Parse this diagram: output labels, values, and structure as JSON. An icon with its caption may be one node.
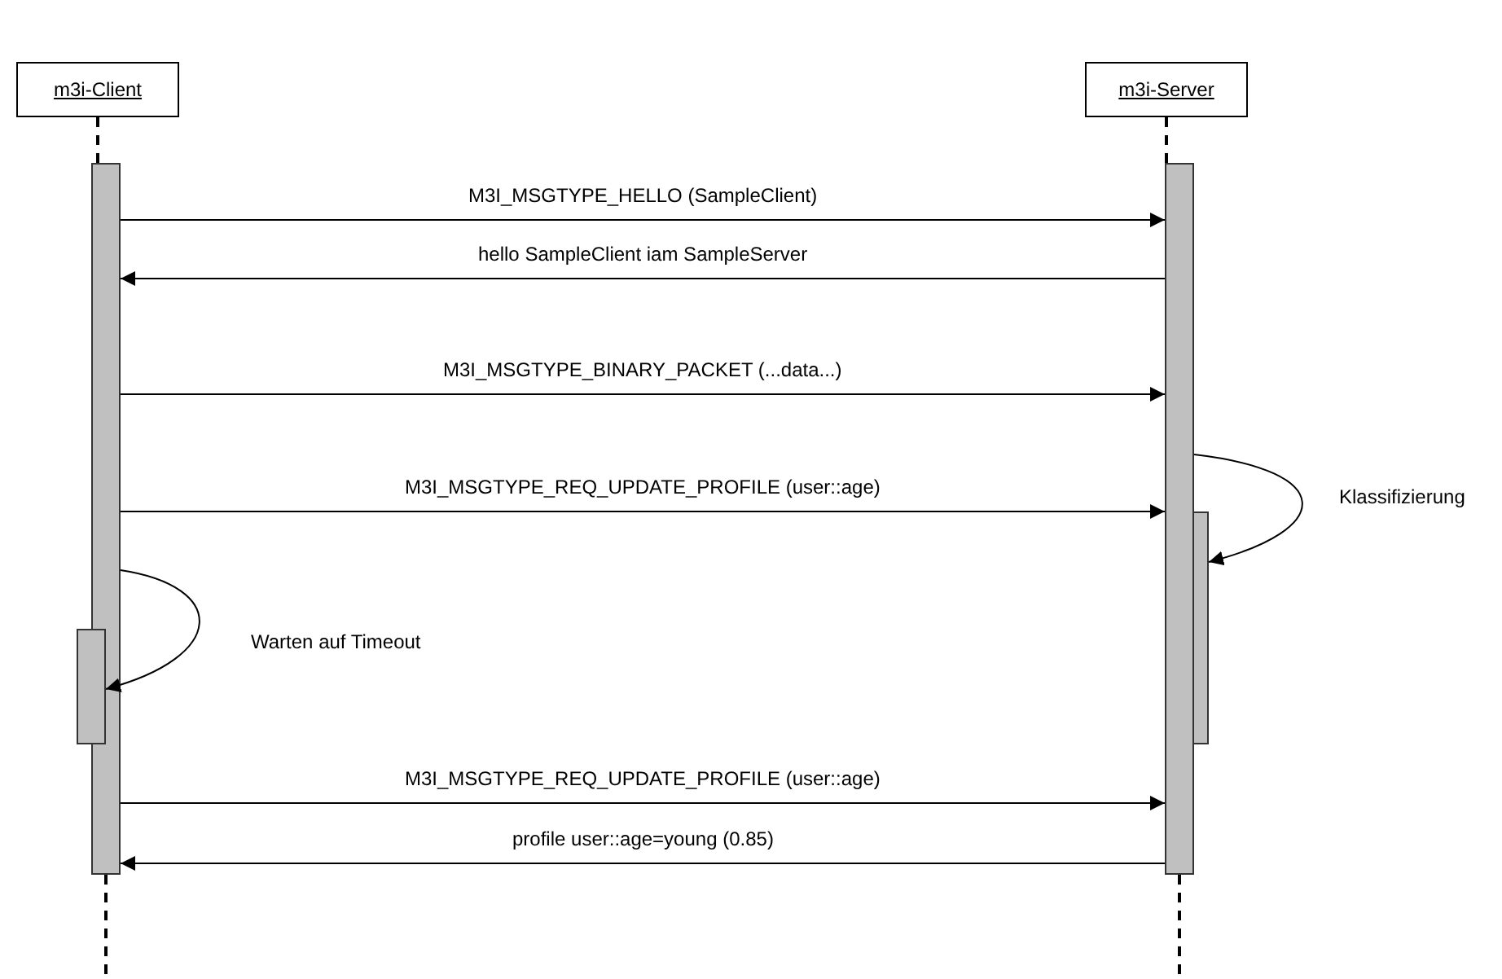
{
  "diagram": {
    "nodes": [
      {
        "text": [
          "m3i-Client"
        ]
      },
      {
        "text": [
          "m3i-Server"
        ]
      },
      {
        "text": [],
        "shape": "bar"
      },
      {
        "text": [],
        "shape": "bar"
      },
      {
        "text": [],
        "shape": "bar"
      },
      {
        "text": [],
        "shape": "bar"
      }
    ],
    "edges": [
      {
        "from": 0,
        "to": 2,
        "arrow": "none",
        "style": "dashed"
      },
      {
        "from": 1,
        "to": 3,
        "arrow": "none",
        "style": "dashed"
      },
      {
        "from": 2,
        "to": 3,
        "arrow": "to",
        "label": "M3I_MSGTYPE_HELLO (SampleClient)"
      },
      {
        "from": 3,
        "to": 2,
        "arrow": "to",
        "label": "hello SampleClient iam SampleServer"
      },
      {
        "from": 2,
        "to": 3,
        "arrow": "to",
        "label": "M3I_MSGTYPE_BINARY_PACKET (...data...)"
      },
      {
        "from": 2,
        "to": 3,
        "arrow": "to",
        "label": "M3I_MSGTYPE_REQ_UPDATE_PROFILE (user::age)"
      },
      {
        "from": 3,
        "to": 5,
        "arrow": "to",
        "label": "Klassifizierung"
      },
      {
        "from": 2,
        "to": 4,
        "arrow": "to",
        "label": "Warten auf Timeout"
      },
      {
        "from": 2,
        "to": 3,
        "arrow": "to",
        "label": "M3I_MSGTYPE_REQ_UPDATE_PROFILE (user::age)"
      },
      {
        "from": 3,
        "to": 2,
        "arrow": "to",
        "label": "profile user::age=young (0.85)"
      }
    ]
  }
}
